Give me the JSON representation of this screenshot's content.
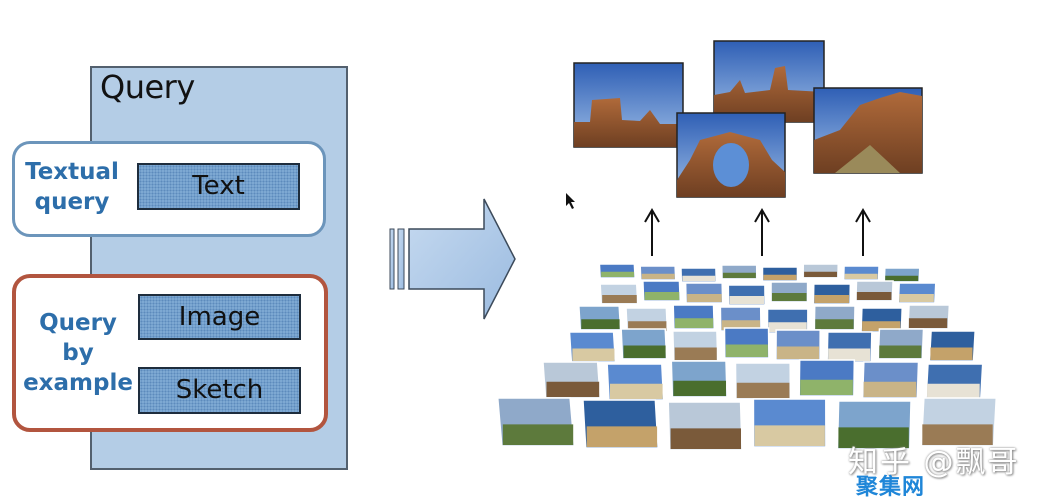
{
  "panel": {
    "title": "Query"
  },
  "textual": {
    "label_line1": "Textual",
    "label_line2": "query",
    "box": "Text"
  },
  "example": {
    "label_line1": "Query",
    "label_line2": "by",
    "label_line3": "example",
    "box_image": "Image",
    "box_sketch": "Sketch"
  },
  "watermark": {
    "line1": "知乎 @飘哥",
    "line2": "聚集网"
  },
  "colors": {
    "panel": "#b4cde6",
    "label": "#2d6eaa",
    "example_border": "#b2553f",
    "textual_border": "#6c95bb",
    "box_fill": "#7faad3"
  },
  "icons": [
    "flow-arrow-icon",
    "up-arrow-icon",
    "mouse-cursor-icon"
  ]
}
